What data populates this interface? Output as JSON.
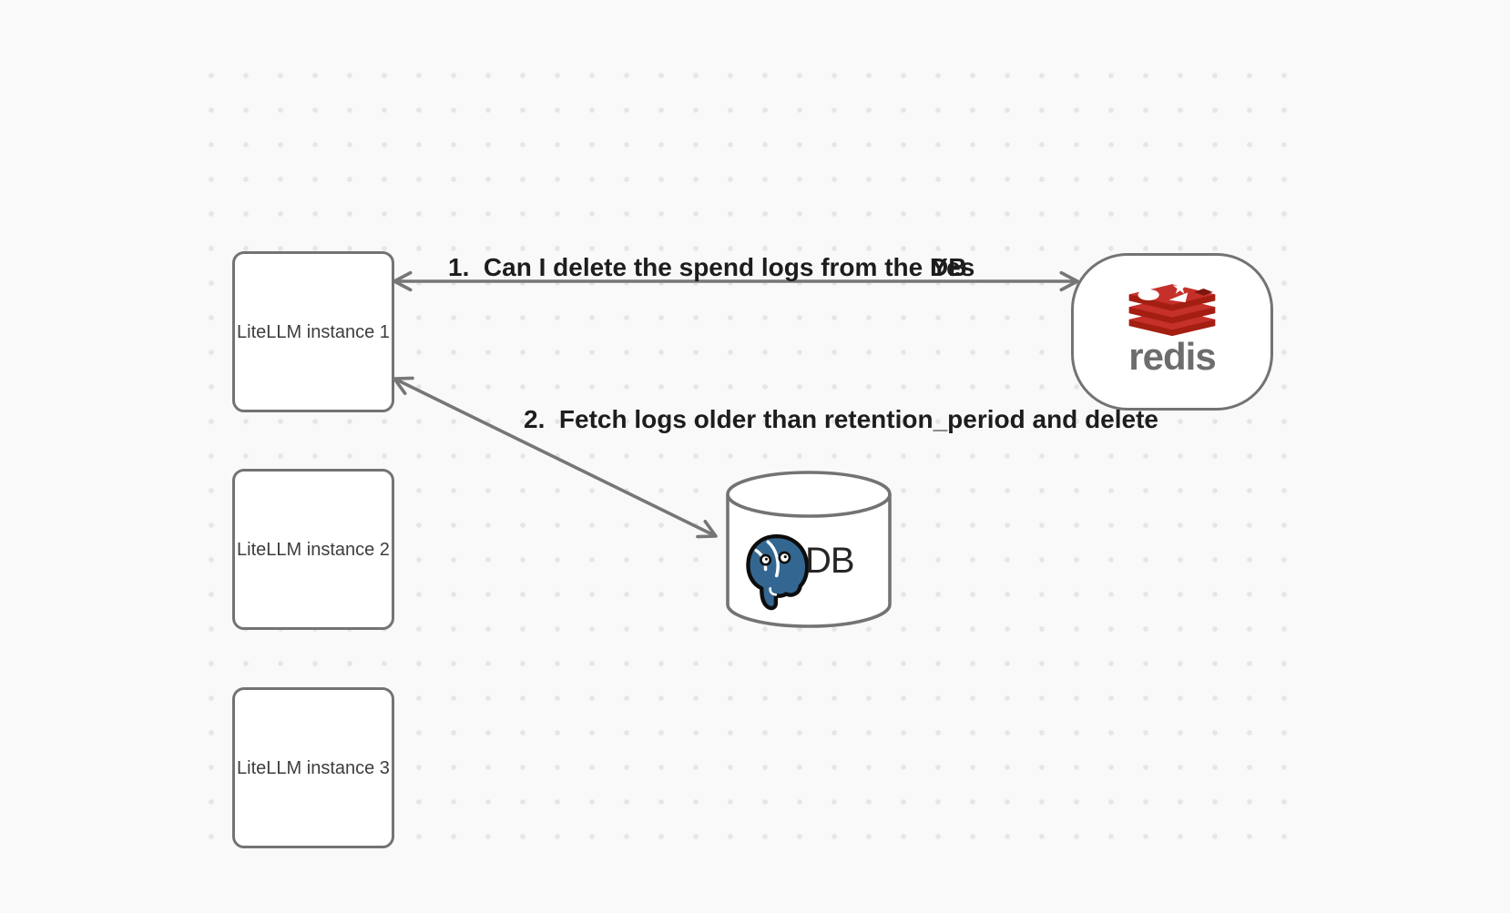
{
  "canvas": {
    "background_color": "#f9f9f9",
    "dot_color": "#e6e6e6",
    "stroke_color": "#737373",
    "arrow_color": "#767676",
    "label_text_color": "#1d1d1d"
  },
  "nodes": {
    "instance1": {
      "label": "LiteLLM instance 1"
    },
    "instance2": {
      "label": "LiteLLM instance 2"
    },
    "instance3": {
      "label": "LiteLLM instance 3"
    },
    "redis": {
      "wordmark": "redis",
      "icon": "redis-stack-logo-icon",
      "logo_red": "#C6302B",
      "logo_dark_red": "#A41E11",
      "wordmark_color": "#6d6d6d"
    },
    "db": {
      "label": "DB",
      "icon": "postgresql-elephant-icon",
      "elephant_blue": "#336791"
    }
  },
  "arrows": {
    "arrow1": {
      "label": "1.  Can I delete the spend logs from the DB",
      "answer": "Yes"
    },
    "arrow2": {
      "label": "2.  Fetch logs older than retention_period and delete"
    }
  }
}
